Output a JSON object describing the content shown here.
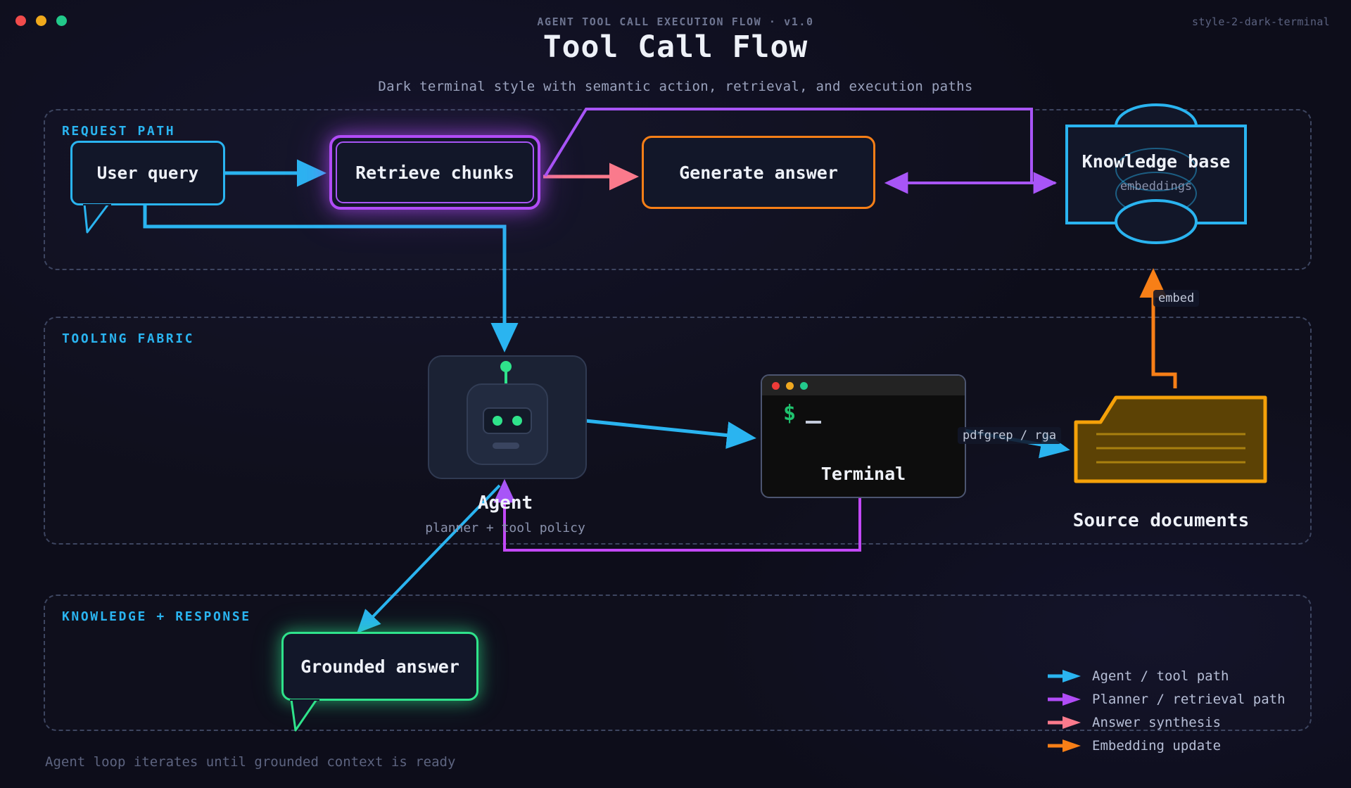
{
  "window": {
    "dots": [
      "red",
      "yellow",
      "green"
    ],
    "eyebrow": "AGENT TOOL CALL EXECUTION FLOW · v1.0",
    "style_badge": "style-2-dark-terminal",
    "title": "Tool Call Flow",
    "subtitle": "Dark terminal style with semantic action, retrieval, and execution paths"
  },
  "lanes": [
    {
      "id": "request",
      "title": "REQUEST PATH"
    },
    {
      "id": "tooling",
      "title": "TOOLING FABRIC"
    },
    {
      "id": "knowledge",
      "title": "KNOWLEDGE + RESPONSE"
    }
  ],
  "nodes": {
    "user_query": {
      "label": "User query",
      "shape": "speech-bubble",
      "color": "#2ab4f0"
    },
    "retrieve_chunks": {
      "label": "Retrieve chunks",
      "shape": "rounded-rect-glow",
      "color": "#b14cf7"
    },
    "generate_answer": {
      "label": "Generate answer",
      "shape": "rounded-rect",
      "color": "#f77f17"
    },
    "knowledge_base": {
      "label": "Knowledge base",
      "sublabel": "embeddings",
      "shape": "cylinder",
      "color": "#2ab4f0"
    },
    "agent": {
      "label": "Agent",
      "sublabel": "planner + tool policy",
      "shape": "robot-icon",
      "color": "#2fe38b"
    },
    "terminal": {
      "label": "Terminal",
      "prompt": "$",
      "shape": "terminal-window",
      "color": "#1fc26e"
    },
    "source_documents": {
      "label": "Source documents",
      "shape": "folder",
      "color": "#f5a109"
    },
    "grounded_answer": {
      "label": "Grounded answer",
      "shape": "speech-bubble-glow",
      "color": "#2fe38b"
    }
  },
  "edge_labels": {
    "pdfgrep": "pdfgrep / rga",
    "embed": "embed"
  },
  "legend": {
    "items": [
      {
        "label": "Agent / tool path",
        "color": "#2ab4f0"
      },
      {
        "label": "Planner / retrieval path",
        "color": "#b14cf7"
      },
      {
        "label": "Answer synthesis",
        "color": "#fa7a8c"
      },
      {
        "label": "Embedding update",
        "color": "#f77f17"
      }
    ]
  },
  "footnote": "Agent loop iterates until grounded context is ready",
  "colors": {
    "background": "#0d0d1a",
    "panel": "#121729",
    "lane_border": "#3d4560",
    "accent_blue": "#2ab4f0",
    "accent_purple": "#b14cf7",
    "accent_pink": "#fa7a8c",
    "accent_orange": "#f77f17",
    "accent_green": "#2fe38b",
    "text_primary": "#eef1f8",
    "text_muted": "#8a92ad"
  }
}
